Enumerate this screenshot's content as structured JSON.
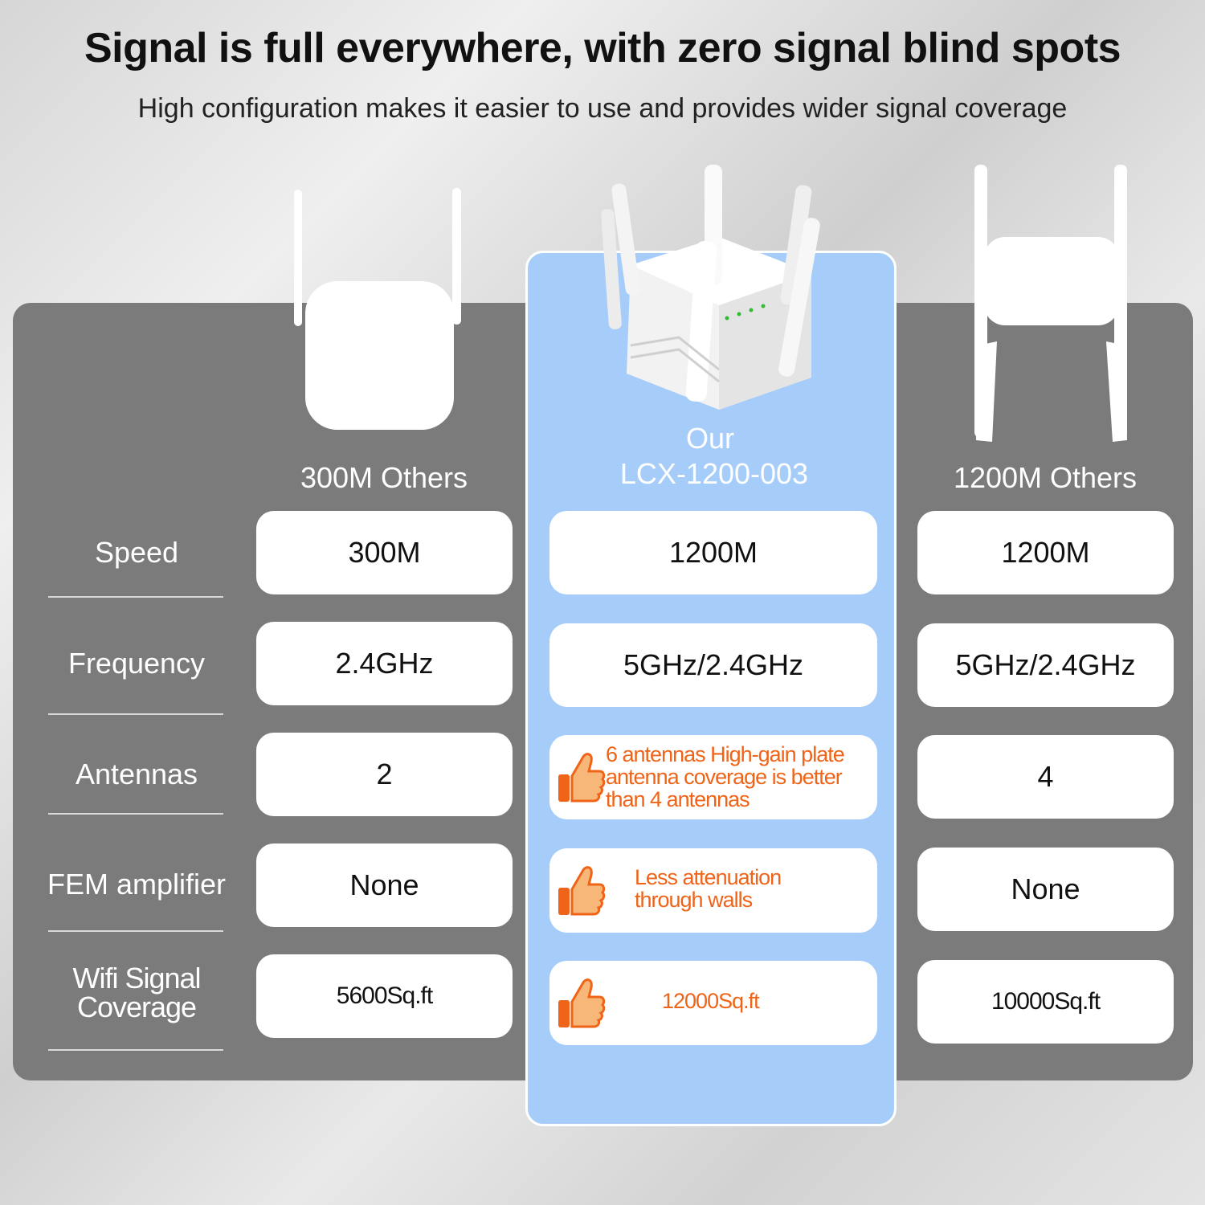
{
  "header": {
    "title": "Signal is full everywhere, with zero signal blind spots",
    "subtitle": "High configuration makes it easier to use and provides wider signal coverage"
  },
  "columns": {
    "left": {
      "title": "300M Others"
    },
    "middle": {
      "title_line1": "Our",
      "title_line2": "LCX-1200-003"
    },
    "right": {
      "title": "1200M Others"
    }
  },
  "rows": [
    {
      "label": "Speed",
      "left": "300M",
      "middle": "1200M",
      "right": "1200M"
    },
    {
      "label": "Frequency",
      "left": "2.4GHz",
      "middle": "5GHz/2.4GHz",
      "right": "5GHz/2.4GHz"
    },
    {
      "label": "Antennas",
      "left": "2",
      "middle_lines": [
        "6 antennas High-gain plate",
        "antenna coverage is better",
        "than 4 antennas"
      ],
      "right": "4"
    },
    {
      "label": "FEM amplifier",
      "left": "None",
      "middle_lines": [
        "Less attenuation",
        "through walls"
      ],
      "right": "None"
    },
    {
      "label_lines": [
        "Wifi Signal",
        "Coverage"
      ],
      "left": "5600Sq.ft",
      "middle": "12000Sq.ft",
      "right": "10000Sq.ft"
    }
  ],
  "colors": {
    "highlight_text": "#ef6418",
    "highlight_panel": "#a6cdf9",
    "grey_panel": "#7b7b7b"
  },
  "icons": {
    "highlight": "thumbs-up-icon"
  }
}
